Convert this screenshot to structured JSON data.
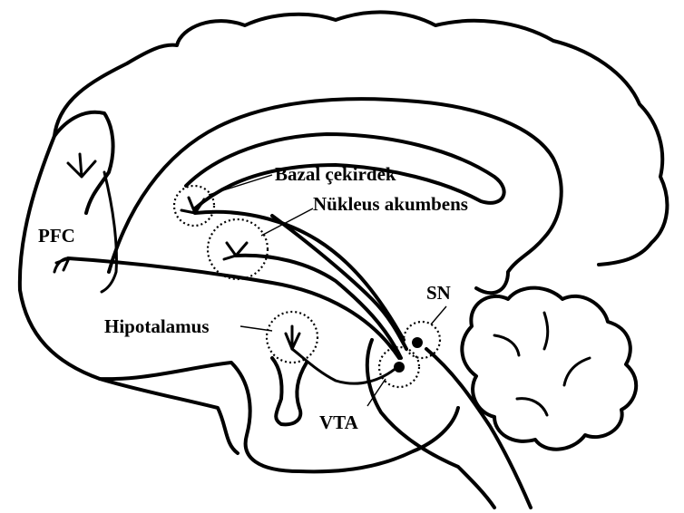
{
  "labels": {
    "bazal": "Bazal çekirdek",
    "nukleus": "Nükleus akumbens",
    "pfc": "PFC",
    "sn": "SN",
    "hipotalamus": "Hipotalamus",
    "vta": "VTA"
  },
  "colors": {
    "ink": "#000000",
    "background": "#ffffff"
  }
}
